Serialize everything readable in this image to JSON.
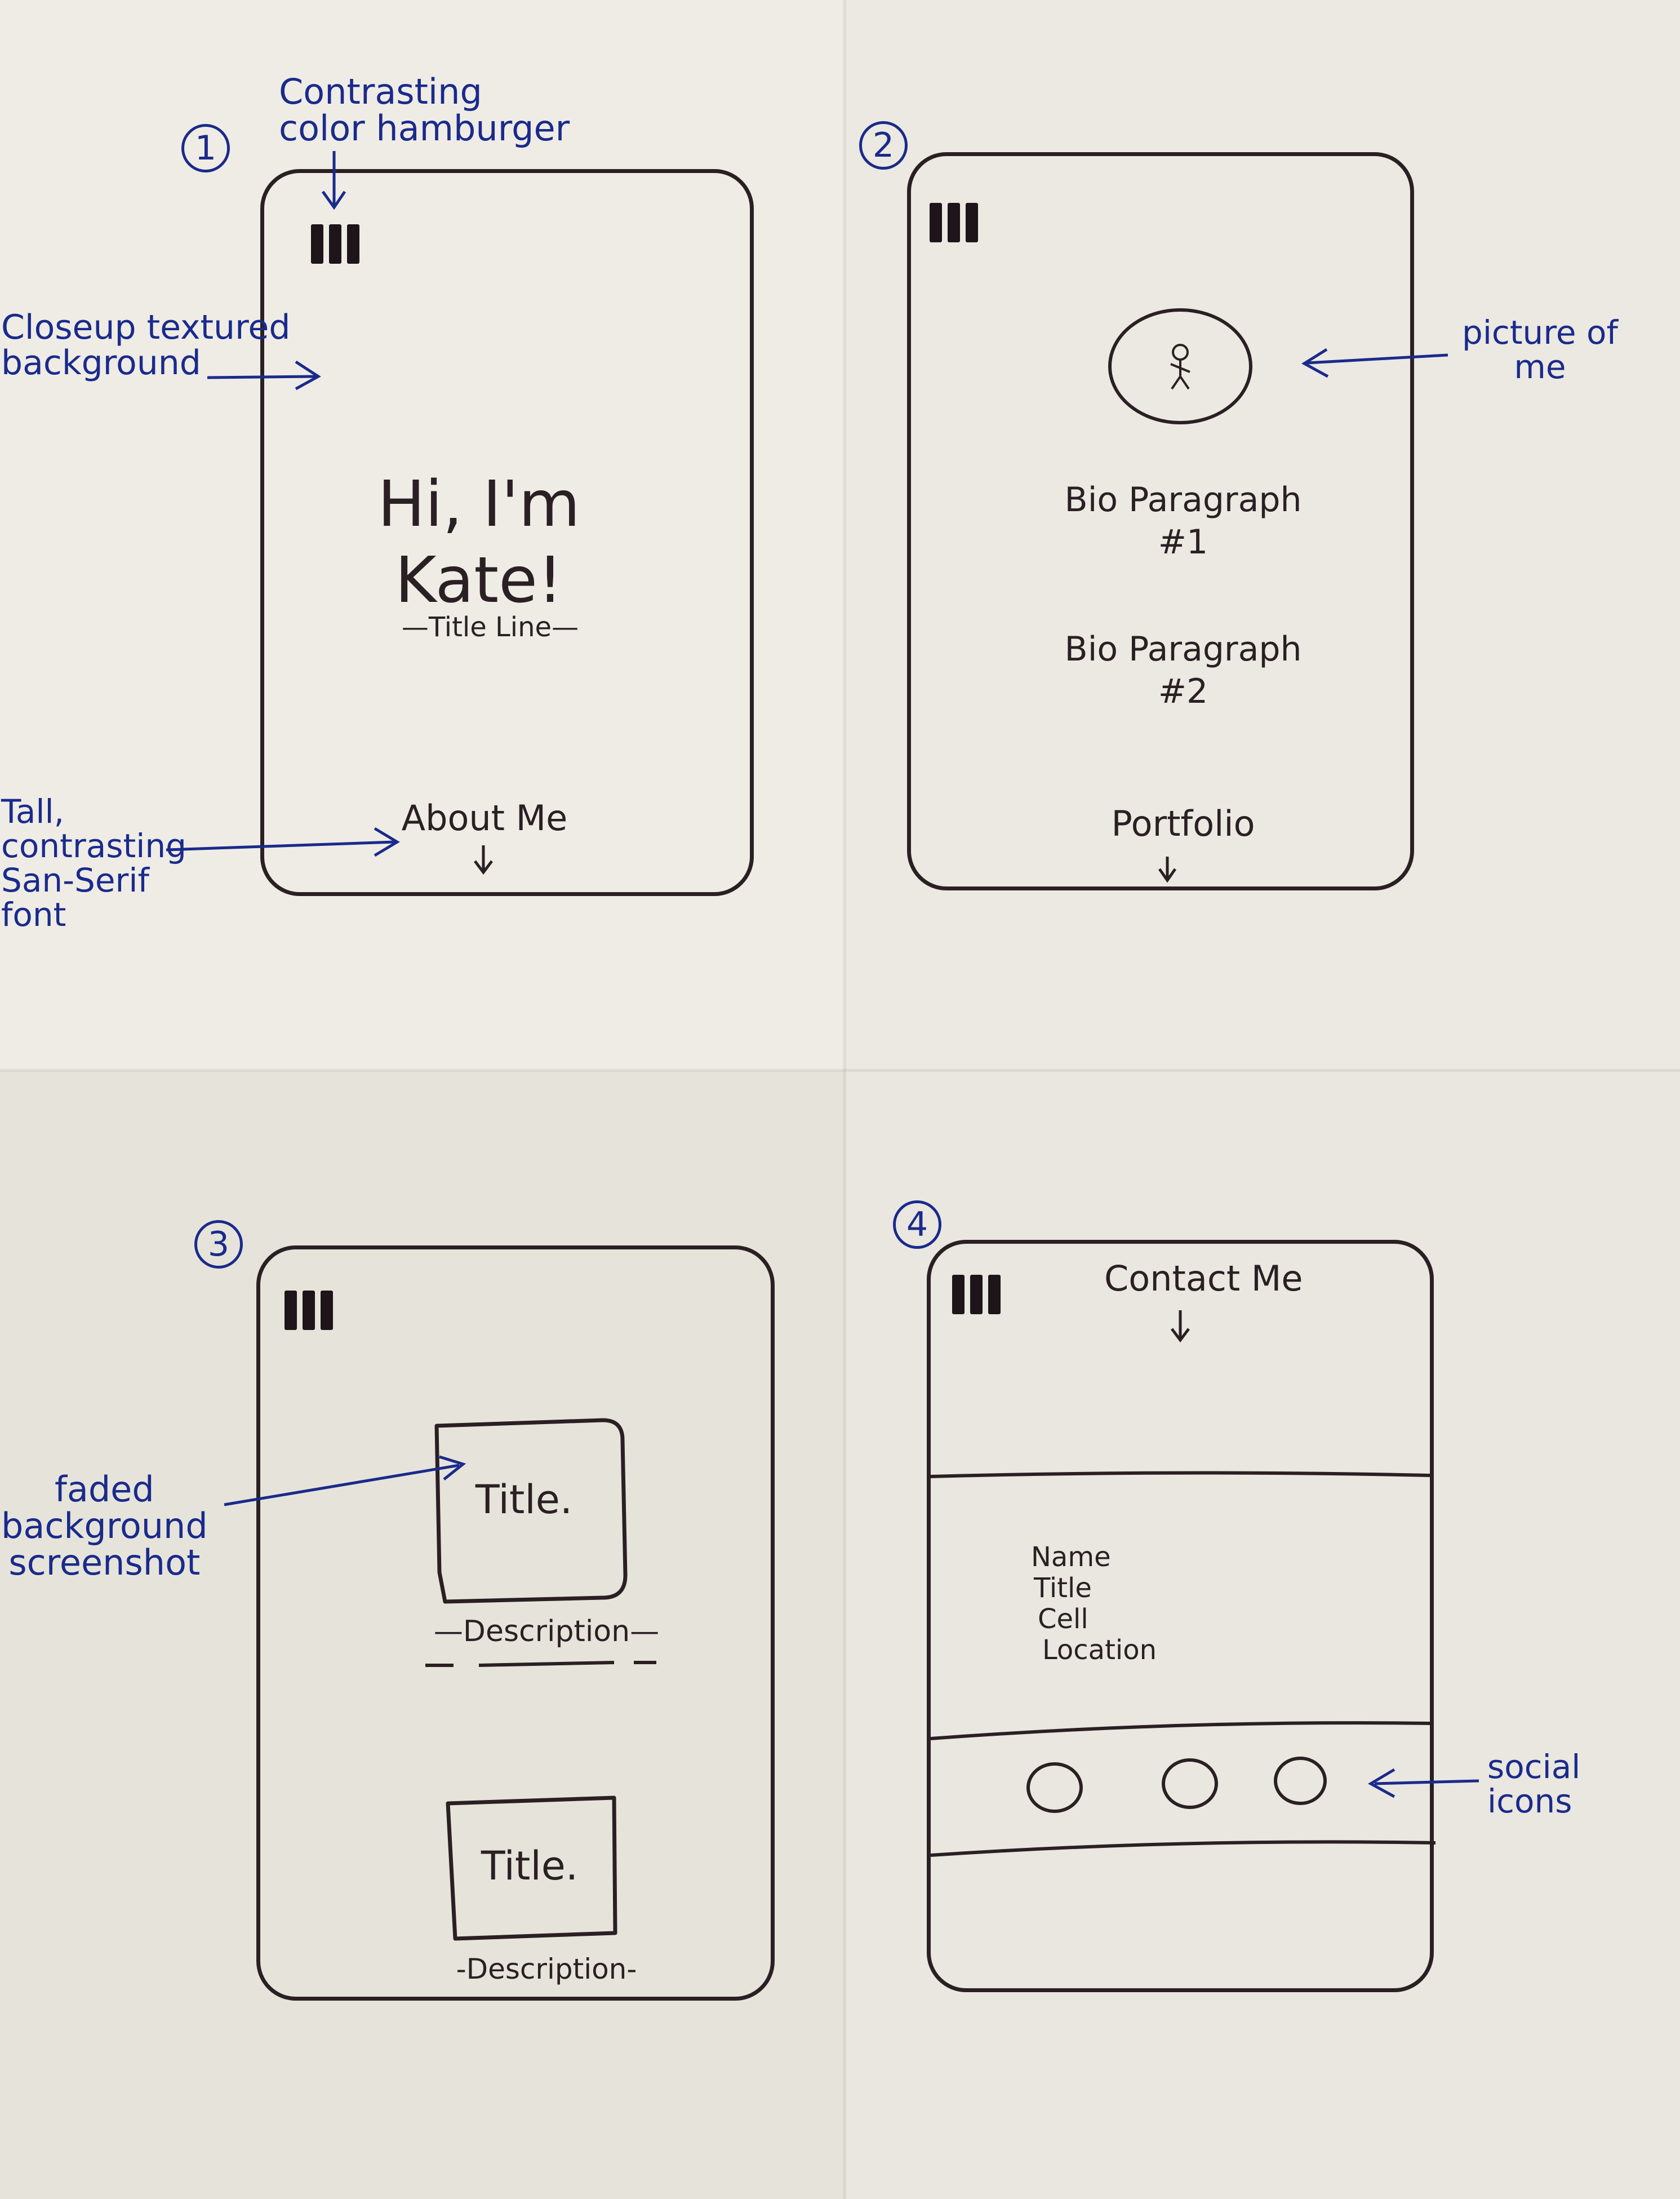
{
  "sketch1": {
    "number": "1",
    "greeting_line1": "Hi, I'm",
    "greeting_line2": "Kate!",
    "title_line": "—Title Line—",
    "nav_label": "About Me",
    "annotations": {
      "hamburger": "Contrasting\ncolor hamburger",
      "background": "Closeup textured\nbackground",
      "font": "Tall,\ncontrasting\nSan-Serif\nfont"
    }
  },
  "sketch2": {
    "number": "2",
    "bio1": "Bio Paragraph\n#1",
    "bio2": "Bio Paragraph\n#2",
    "nav_label": "Portfolio",
    "annotations": {
      "picture": "picture of\nme"
    }
  },
  "sketch3": {
    "number": "3",
    "card1_title": "Title.",
    "card1_desc": "—Description—",
    "card2_title": "Title.",
    "card2_desc": "-Description-",
    "annotations": {
      "screenshot": "faded\nbackground\nscreenshot"
    }
  },
  "sketch4": {
    "number": "4",
    "header": "Contact Me",
    "info": [
      "Name",
      "Title",
      "Cell",
      "Location"
    ],
    "annotations": {
      "social": "social\nicons"
    }
  },
  "colors": {
    "ink": "#2a2024",
    "annotation_blue": "#1a2a8c",
    "paper": "#eceae2"
  }
}
